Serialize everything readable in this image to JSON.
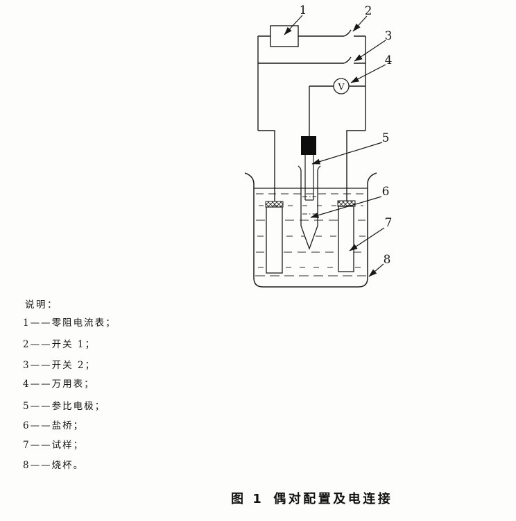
{
  "page": {
    "background": "#fdfdfc",
    "ink": "#1c1c1c"
  },
  "diagram": {
    "callouts": [
      "1",
      "2",
      "3",
      "4",
      "5",
      "6",
      "7",
      "8"
    ],
    "voltmeter_label": "V"
  },
  "legend": {
    "heading": "说明：",
    "items": [
      "1——零阻电流表；",
      "2——开关 1；",
      "3——开关 2；",
      "4——万用表；",
      "5——参比电极；",
      "6——盐桥；",
      "7——试样；",
      "8——烧杯。"
    ]
  },
  "caption": {
    "figure_no": "图 1",
    "title": "偶对配置及电连接"
  }
}
